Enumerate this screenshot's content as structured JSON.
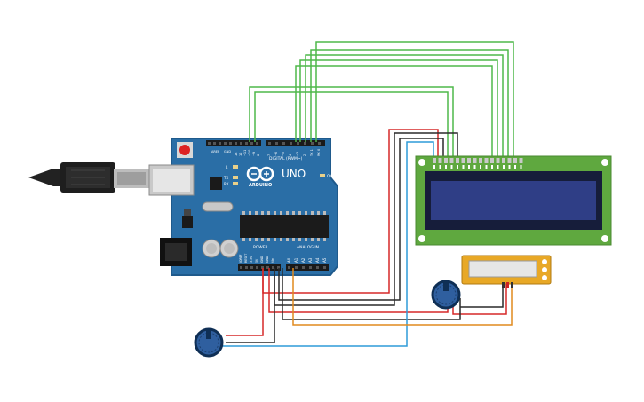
{
  "arduino": {
    "model_label": "UNO",
    "brand_label": "ARDUINO",
    "digital_label": "DIGITAL (PWM~)",
    "power_label": "POWER",
    "analog_label": "ANALOG IN",
    "aref_label": "AREF",
    "gnd_label": "GND",
    "l_label": "L",
    "tx_label": "TX",
    "rx_label": "RX",
    "on_label": "ON",
    "digital_pins": [
      "13",
      "12",
      "~11",
      "~10",
      "~9",
      "8",
      "7",
      "~6",
      "~5",
      "4",
      "~3",
      "2",
      "TX 1",
      "RX 0"
    ],
    "power_pins": [
      "IOREF",
      "RESET",
      "3.3V",
      "5V",
      "GND",
      "GND",
      "Vin"
    ],
    "analog_pins": [
      "A0",
      "A1",
      "A2",
      "A3",
      "A4",
      "A5"
    ]
  },
  "colors": {
    "board": "#2a6ea6",
    "board_edge": "#1f5a8c",
    "wire_green": "#4fb84a",
    "wire_red": "#d62828",
    "wire_black": "#2a2a2a",
    "wire_blue": "#2f9bd8",
    "wire_orange": "#e08a1e",
    "lcd_pcb": "#5fa83f",
    "lcd_screen": "#2f3e86",
    "sensor_body": "#e8a826",
    "pot_knob": "#2f5f9f"
  },
  "icons": [
    "usb-cable-icon",
    "arduino-logo-icon",
    "potentiometer-icon",
    "lcd-icon",
    "temperature-sensor-icon"
  ]
}
